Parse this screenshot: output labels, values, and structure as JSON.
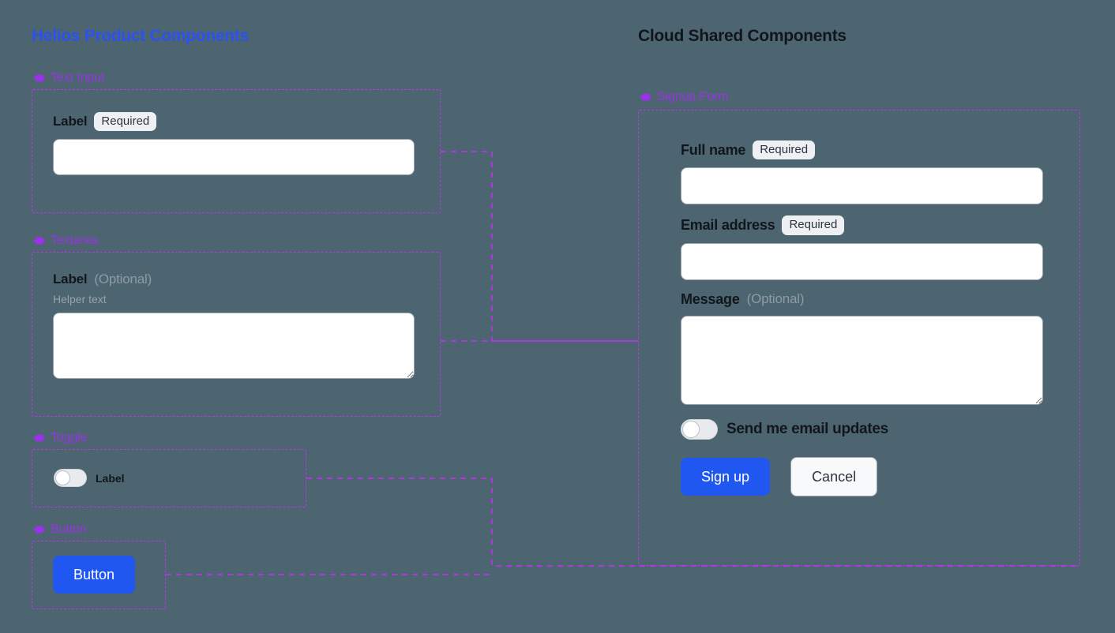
{
  "canvas": {
    "background_color": "#4c6570",
    "connector_color": "#bb33ee",
    "accent_blue": "#1f57f0",
    "accent_purple": "#9933e6",
    "title_left_color": "#2b52f0",
    "title_right_color": "#12161c"
  },
  "left_column": {
    "title": "Helios Product Components",
    "sections": [
      {
        "name": "text-input",
        "label": "Text Input",
        "icon": "diamond-icon",
        "field": {
          "label": "Label",
          "badge": "Required",
          "value": "",
          "placeholder": ""
        }
      },
      {
        "name": "textarea",
        "label": "Textarea",
        "icon": "diamond-icon",
        "field": {
          "label": "Label",
          "optional": "(Optional)",
          "helper": "Helper text",
          "value": "",
          "placeholder": ""
        }
      },
      {
        "name": "toggle",
        "label": "Toggle",
        "icon": "diamond-icon",
        "field": {
          "label": "Label",
          "state": "off"
        }
      },
      {
        "name": "button",
        "label": "Button",
        "icon": "diamond-icon",
        "field": {
          "label": "Button"
        }
      }
    ]
  },
  "right_column": {
    "title": "Cloud Shared Components",
    "sections": [
      {
        "name": "signup-form",
        "label": "Signup Form",
        "icon": "diamond-icon",
        "fields": [
          {
            "label": "Full name",
            "badge": "Required",
            "type": "text",
            "value": "",
            "placeholder": ""
          },
          {
            "label": "Email address",
            "badge": "Required",
            "type": "text",
            "value": "",
            "placeholder": ""
          },
          {
            "label": "Message",
            "optional": "(Optional)",
            "type": "textarea",
            "value": "",
            "placeholder": ""
          }
        ],
        "toggle": {
          "label": "Send me email updates",
          "state": "off"
        },
        "buttons": {
          "primary": "Sign up",
          "secondary": "Cancel"
        }
      }
    ]
  }
}
